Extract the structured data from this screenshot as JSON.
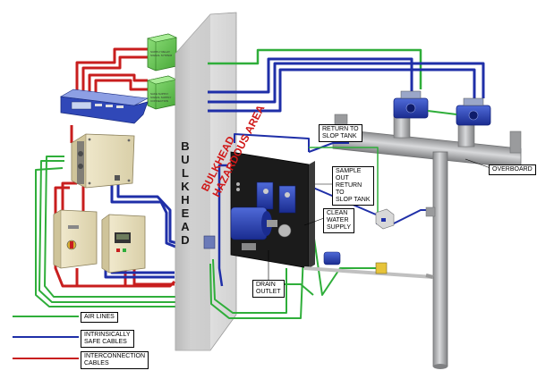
{
  "labels": {
    "return_to_slop_tank": "RETURN TO\nSLOP TANK",
    "overboard": "OVERBOARD",
    "sample_out": "SAMPLE\nOUT\nRETURN\nTO\nSLOP TANK",
    "clean_water": "CLEAN\nWATER\nSUPPLY",
    "drain_outlet": "DRAIN\nOUTLET",
    "bulkhead_vertical": "BULKHEAD",
    "bulkhead_hazardous": "BULKHEAD\nHAZARDOUS AREA",
    "green_box_top": "SUPPLY RELAY\nSIGNAL SYSTEM",
    "green_box_bottom": "SAFE SUPPLY\nSIGNAL SUPPLY\nCONNECTION"
  },
  "legend": [
    {
      "label": "AIR LINES",
      "color": "#2fae3a"
    },
    {
      "label": "INTRINSICALLY\nSAFE CABLES",
      "color": "#1f2fa8"
    },
    {
      "label": "INTERCONNECTION\nCABLES",
      "color": "#c81e1e"
    }
  ],
  "colors": {
    "air": "#2fae3a",
    "safe": "#1f2fa8",
    "interconnect": "#c81e1e",
    "bulkhead": "#dcdcdc",
    "pipe": "#b9babc",
    "cabinet": "#efe6c6",
    "green_box": "#6ccf5a"
  }
}
